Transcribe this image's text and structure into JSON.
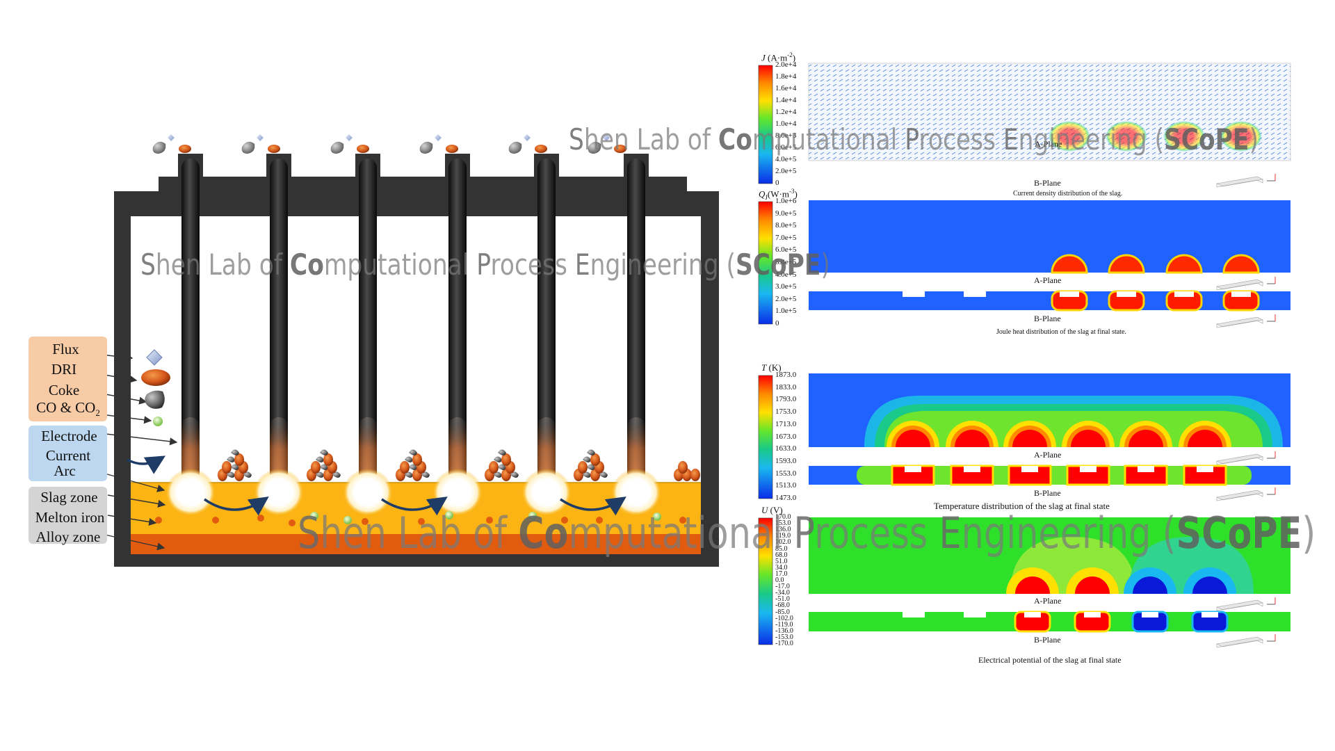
{
  "legend": {
    "flux": "Flux",
    "dri": "DRI",
    "coke": "Coke",
    "co_prefix": "CO & CO",
    "co_sub": "2",
    "electrode": "Electrode",
    "current": "Current",
    "arc": "Arc",
    "slag_zone": "Slag zone",
    "melton_iron": "Melton iron",
    "alloy_zone": "Alloy zone"
  },
  "watermark": {
    "parts": [
      "S",
      "hen Lab of ",
      "Co",
      "mputational ",
      "P",
      "rocess ",
      "E",
      "ngineering (",
      "SCoPE",
      ")"
    ]
  },
  "panels": [
    {
      "symbol": "J",
      "unit_open": " (A·m",
      "unit_sup": "-2",
      "unit_close": ")",
      "ticks": [
        "2.0e+4",
        "1.8e+4",
        "1.6e+4",
        "1.4e+4",
        "1.2e+4",
        "1.0e+4",
        "8.0e+3",
        "6.0e+5",
        "4.0e+5",
        "2.0e+5",
        "0"
      ],
      "plane_a": "A-Plane",
      "plane_b": "B-Plane",
      "caption": "Current density distribution of the slag."
    },
    {
      "symbol": "Q",
      "symbol_sub": "J",
      "unit_open": "(W·m",
      "unit_sup": "-3",
      "unit_close": ")",
      "ticks": [
        "1.0e+6",
        "9.0e+5",
        "8.0e+5",
        "7.0e+5",
        "6.0e+5",
        "5.0e+5",
        "4.0e+5",
        "3.0e+5",
        "2.0e+5",
        "1.0e+5",
        "0"
      ],
      "plane_a": "A-Plane",
      "plane_b": "B-Plane",
      "caption": "Joule heat distribution of the slag at final state."
    },
    {
      "symbol": "T",
      "unit_open": " (K)",
      "ticks": [
        "1873.0",
        "1833.0",
        "1793.0",
        "1753.0",
        "1713.0",
        "1673.0",
        "1633.0",
        "1593.0",
        "1553.0",
        "1513.0",
        "1473.0"
      ],
      "plane_a": "A-Plane",
      "plane_b": "B-Plane",
      "caption": "Temperature distribution of the slag at final state"
    },
    {
      "symbol": "U",
      "unit_open": " (V)",
      "ticks": [
        "170.0",
        "153.0",
        "136.0",
        "119.0",
        "102.0",
        "85.0",
        "68.0",
        "51.0",
        "34.0",
        "17.0",
        "0.0",
        "-17.0",
        "-34.0",
        "-51.0",
        "-68.0",
        "-85.0",
        "-102.0",
        "-119.0",
        "-136.0",
        "-153.0",
        "-170.0"
      ],
      "plane_a": "A-Plane",
      "plane_b": "B-Plane",
      "caption": "Electrical potential of the slag at final state"
    }
  ],
  "colors": {
    "furnace_wall": "#333333",
    "slag": "#fbb414",
    "alloy": "#e25c10",
    "legend_orange_box": "#f8cba7",
    "legend_blue_box": "#bcd7ef",
    "legend_gray_box": "#d4d4d4",
    "field_blue": "#1f62ff",
    "field_red": "#ff0000",
    "field_green": "#2fe02a"
  }
}
